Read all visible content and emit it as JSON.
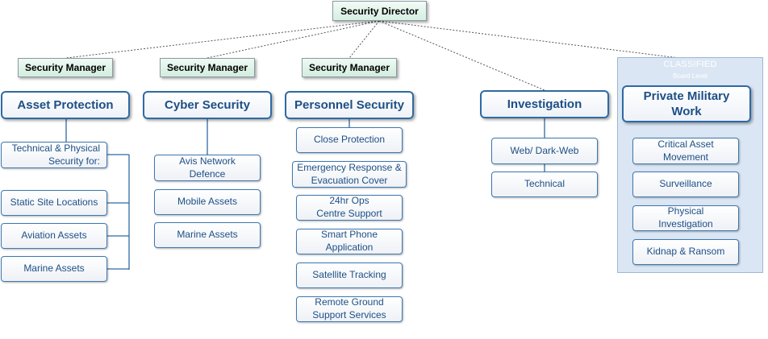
{
  "director": {
    "label": "Security Director"
  },
  "managers": [
    {
      "label": "Security Manager"
    },
    {
      "label": "Security Manager"
    },
    {
      "label": "Security Manager"
    }
  ],
  "departments": {
    "asset_protection": {
      "title": "Asset Protection",
      "items": [
        "Technical & Physical Security for:",
        "Static Site Locations",
        "Aviation Assets",
        "Marine Assets"
      ]
    },
    "cyber_security": {
      "title": "Cyber Security",
      "items": [
        "Avis Network Defence",
        "Mobile Assets",
        "Marine Assets"
      ]
    },
    "personnel_security": {
      "title": "Personnel Security",
      "items": [
        "Close Protection",
        "Emergency Response & Evacuation Cover",
        "24hr Ops Centre Support",
        "Smart Phone Application",
        "Satellite Tracking",
        "Remote Ground Support Services"
      ]
    },
    "investigation": {
      "title": "Investigation",
      "items": [
        "Web/ Dark-Web",
        "Technical"
      ]
    },
    "private_military": {
      "title": "Private Military Work",
      "items": [
        "Critical Asset Movement",
        "Surveillance",
        "Physical Investigation",
        "Kidnap & Ransom"
      ]
    }
  },
  "classified_panel": {
    "title": "CLASSIFIED",
    "subtitle": "Board Level"
  },
  "colors": {
    "dept_border": "#2f6aa3",
    "dept_text": "#1d4f86",
    "manager_fill": "#d6efe2",
    "classified_fill": "#dbe6f4"
  }
}
